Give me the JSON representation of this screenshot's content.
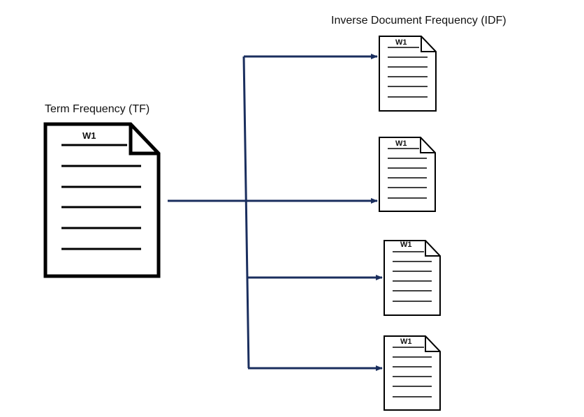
{
  "tf": {
    "title": "Term Frequency (TF)",
    "doc_label": "W1"
  },
  "idf": {
    "title": "Inverse Document Frequency (IDF)",
    "doc_labels": [
      "W1",
      "W1",
      "W1",
      "W1"
    ]
  },
  "colors": {
    "connector": "#1a2e5e",
    "document_outline": "#000000"
  }
}
